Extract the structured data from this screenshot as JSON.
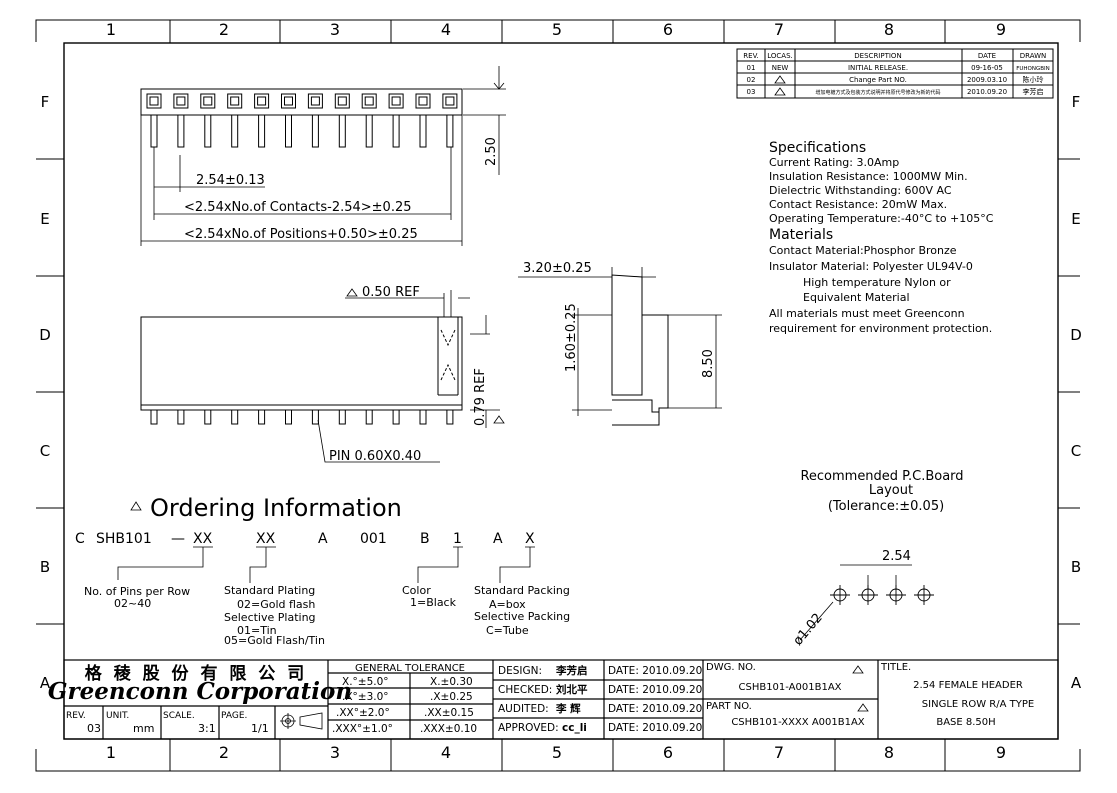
{
  "grid": {
    "cols": [
      "1",
      "2",
      "3",
      "4",
      "5",
      "6",
      "7",
      "8",
      "9"
    ],
    "rows": [
      "F",
      "E",
      "D",
      "C",
      "B",
      "A"
    ]
  },
  "revisions": {
    "headers": [
      "REV.",
      "LOCAS.",
      "DESCRIPTION",
      "DATE",
      "DRAWN"
    ],
    "rows": [
      [
        "01",
        "NEW",
        "INITIAL RELEASE.",
        "09-16-05",
        "FUHONGBIN"
      ],
      [
        "02",
        "",
        "Change Part NO.",
        "2009.03.10",
        "陈小玲"
      ],
      [
        "03",
        "",
        "增加电镀方式及包装方式说明并将原代号修改为新的代码",
        "2010.09.20",
        "李芳启"
      ]
    ]
  },
  "specs": {
    "title": "Specifications",
    "lines": [
      "Current Rating: 3.0Amp",
      "Insulation Resistance: 1000MW Min.",
      "Dielectric Withstanding: 600V AC",
      "Contact Resistance: 20mW Max.",
      "Operating Temperature:-40°C to +105°C"
    ],
    "materials_title": "Materials",
    "materials": [
      "Contact Material:Phosphor Bronze",
      "Insulator Material: Polyester UL94V-0",
      "High temperature Nylon or",
      "Equivalent Material",
      "All materials must meet Greenconn",
      "requirement for environment protection."
    ]
  },
  "dims": {
    "pitch": "2.54±0.13",
    "contacts": "<2.54xNo.of Contacts-2.54>±0.25",
    "positions": "<2.54xNo.of Positions+0.50>±0.25",
    "height_top": "2.50",
    "ref050": "0.50 REF",
    "ref079": "0.79 REF",
    "pin": "PIN 0.60X0.40",
    "side_width": "3.20±0.25",
    "side_160": "1.60±0.25",
    "side_850": "8.50"
  },
  "ordering": {
    "title": "Ordering Information",
    "code": [
      "C",
      "SHB101",
      "—",
      "XX",
      "XX",
      "A",
      "001",
      "B",
      "1",
      "A",
      "X"
    ],
    "pins_label": "No. of Pins per Row",
    "pins_range": "02~40",
    "plating_title": "Standard Plating",
    "plating_std": "02=Gold flash",
    "plating_sel_title": "Selective Plating",
    "plating_sel1": "01=Tin",
    "plating_sel2": "05=Gold Flash/Tin",
    "color_title": "Color",
    "color_value": "1=Black",
    "packing_title": "Standard Packing",
    "packing_std": "A=box",
    "packing_sel_title": "Selective Packing",
    "packing_sel": "C=Tube"
  },
  "pcb": {
    "title": "Recommended P.C.Board",
    "subtitle": "Layout",
    "tolerance": "(Tolerance:±0.05)",
    "pitch": "2.54",
    "hole": "ø1.02"
  },
  "titleblock": {
    "company_cn": "格 稜 股 份 有 限 公 司",
    "company_en": "Greenconn Corporation",
    "rev_label": "REV.",
    "rev": "03",
    "unit_label": "UNIT.",
    "unit": "mm",
    "scale_label": "SCALE.",
    "scale": "3:1",
    "page_label": "PAGE.",
    "page": "1/1",
    "tol_title": "GENERAL TOLERANCE",
    "tol": [
      [
        "X.°±5.0°",
        "X.±0.30"
      ],
      [
        ".X°±3.0°",
        ".X±0.25"
      ],
      [
        ".XX°±2.0°",
        ".XX±0.15"
      ],
      [
        ".XXX°±1.0°",
        ".XXX±0.10"
      ]
    ],
    "roles": [
      [
        "DESIGN:",
        "李芳启",
        "DATE: 2010.09.20"
      ],
      [
        "CHECKED:",
        "刘北平",
        "DATE: 2010.09.20"
      ],
      [
        "AUDITED:",
        "李 辉",
        "DATE: 2010.09.20"
      ],
      [
        "APPROVED:",
        "cc_li",
        "DATE: 2010.09.20"
      ]
    ],
    "dwg_label": "DWG. NO.",
    "dwg_no": "CSHB101-A001B1AX",
    "part_label": "PART NO.",
    "part_no": "CSHB101-XXXX A001B1AX",
    "title_label": "TITLE.",
    "title1": "2.54 FEMALE HEADER",
    "title2": "SINGLE ROW R/A  TYPE",
    "title3": "BASE 8.50H"
  }
}
